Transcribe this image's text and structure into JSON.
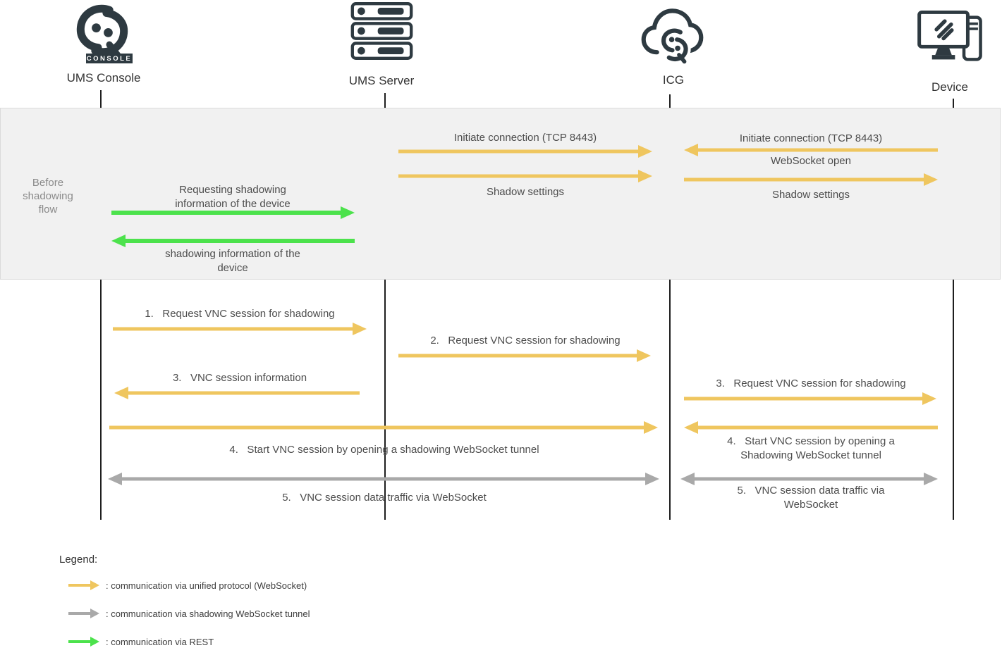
{
  "actors": {
    "console": {
      "label": "UMS Console",
      "badge": "CONSOLE"
    },
    "server": {
      "label": "UMS Server"
    },
    "icg": {
      "label": "ICG"
    },
    "device": {
      "label": "Device"
    }
  },
  "phase_band": {
    "label": "Before\nshadowing\nflow"
  },
  "messages": {
    "srv_icg_initiate": "Initiate connection (TCP 8443)",
    "srv_icg_shadow_settings": "Shadow settings",
    "dev_icg_initiate": "Initiate connection (TCP 8443)",
    "icg_dev_ws_open": "WebSocket open",
    "icg_dev_shadow_settings": "Shadow settings",
    "console_srv_request_info": "Requesting shadowing\ninformation of the device",
    "srv_console_info": "shadowing information of the\ndevice",
    "step1": "1.   Request VNC session for shadowing",
    "step2": "2.   Request VNC session for shadowing",
    "step3_left": "3.   VNC session information",
    "step3_right": "3.   Request VNC session for shadowing",
    "step4_left": "4.   Start VNC session by opening a shadowing WebSocket tunnel",
    "step4_right": "4.   Start VNC session by opening a\nShadowing WebSocket tunnel",
    "step5_left": "5.   VNC session data traffic via WebSocket",
    "step5_right": "5.   VNC session data traffic via\nWebSocket"
  },
  "legend": {
    "title": "Legend:",
    "items": [
      {
        "color": "#efc65f",
        "label": ": communication via unified protocol (WebSocket)"
      },
      {
        "color": "#a9a9a9",
        "label": ": communication via shadowing WebSocket tunnel"
      },
      {
        "color": "#4ce24c",
        "label": ": communication via REST"
      }
    ]
  },
  "colors": {
    "unified_protocol": "#efc65f",
    "shadowing_tunnel": "#a9a9a9",
    "rest": "#4ce24c",
    "band_background": "#f1f1f1",
    "icon_ink": "#2e3a41"
  }
}
